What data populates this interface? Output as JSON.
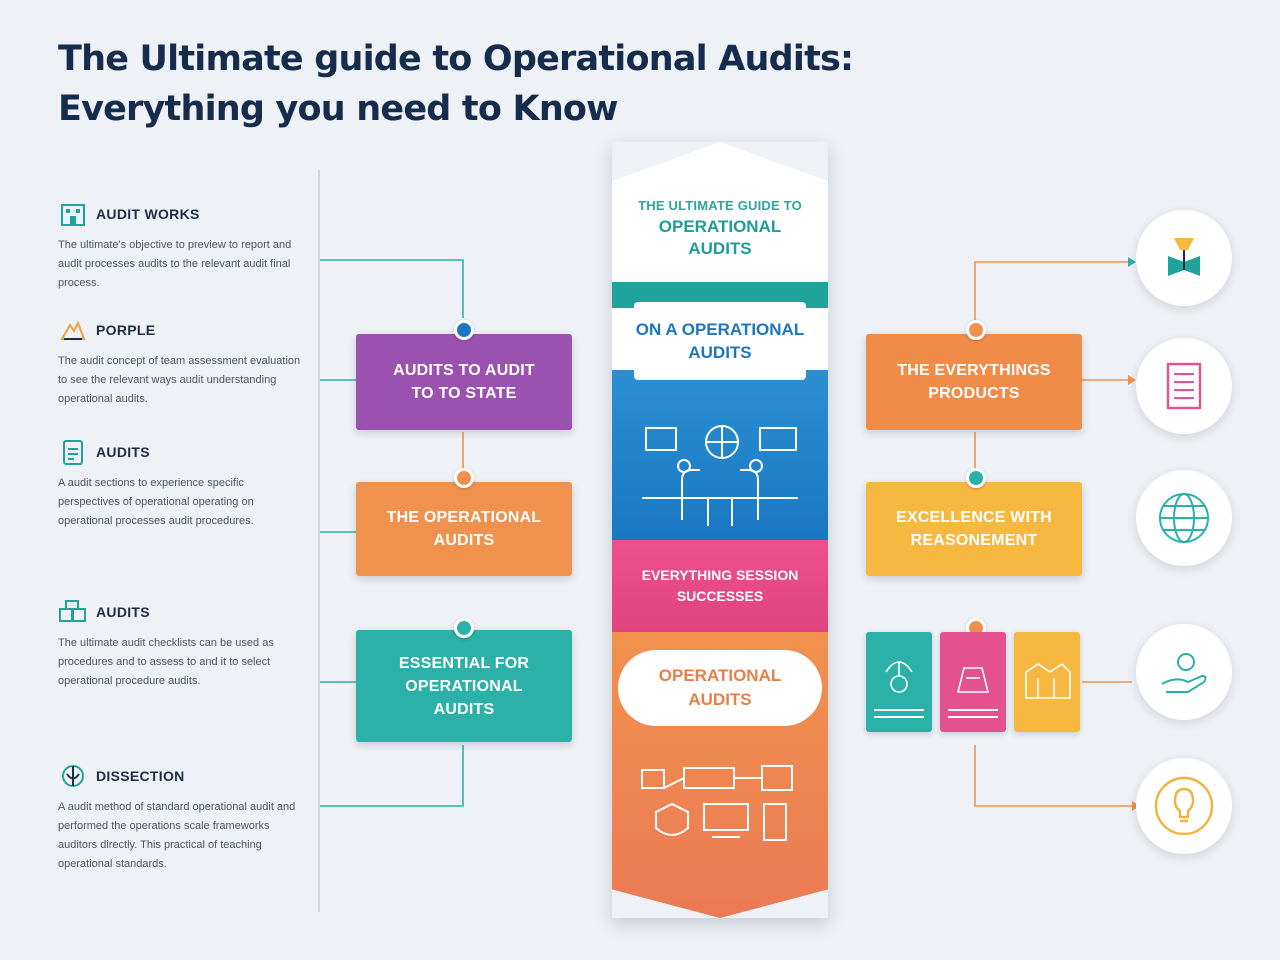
{
  "title": {
    "line1": "The Ultimate guide to Operational Audits:",
    "line2": "Everything you need to Know"
  },
  "sections": [
    {
      "title": "AUDIT WORKS",
      "icon": "building-icon",
      "body": "The ultimate's objective to preview to report and audit processes audits to the relevant audit final process."
    },
    {
      "title": "PORPLE",
      "icon": "mountain-icon",
      "body": "The audit concept of team assessment evaluation to see the relevant ways audit understanding operational audits."
    },
    {
      "title": "AUDITS",
      "icon": "clipboard-icon",
      "body": "A audit sections to experience specific perspectives of operational operating on operational processes audit procedures."
    },
    {
      "title": "AUDITS",
      "icon": "boxes-icon",
      "body": "The ultimate audit checklists can be used as procedures and to assess to and it to select operational procedure audits."
    },
    {
      "title": "DISSECTION",
      "icon": "scale-icon",
      "body": "A audit method of standard operational audit and performed the operations scale frameworks auditors directly. This practical of teaching operational standards."
    }
  ],
  "left_boxes": [
    {
      "label": "AUDITS TO AUDIT\nTO TO STATE",
      "color": "#9b51b0"
    },
    {
      "label": "THE OPERATIONAL\nAUDITS",
      "color": "#f0924d"
    },
    {
      "label": "ESSENTIAL FOR\nOPERATIONAL\nAUDITS",
      "color": "#2bb1a8"
    }
  ],
  "right_boxes": [
    {
      "label": "THE EVERYTHINGS\nPRODUCTS",
      "color": "#f08c48"
    },
    {
      "label": "EXCELLENCE WITH\nREASONEMENT",
      "color": "#f6b840"
    }
  ],
  "banner": {
    "top_small": "THE ULTIMATE GUIDE TO",
    "top_large": "OPERATIONAL\nAUDITS",
    "label_blue": "ON A OPERATIONAL\nAUDITS",
    "label_pink": "EVERYTHING SESSION\nSUCCESSES",
    "label_orange": "OPERATIONAL\nAUDITS"
  },
  "cards": [
    {
      "color": "#2bb1a8",
      "icon": "plant-icon"
    },
    {
      "color": "#e5518e",
      "icon": "lab-icon"
    },
    {
      "color": "#f6b840",
      "icon": "factory-icon"
    }
  ],
  "circle_icons": [
    "funnel-icon",
    "checklist-icon",
    "globe-icon",
    "hand-gear-icon",
    "lightbulb-icon"
  ],
  "colors": {
    "navy": "#162c4d",
    "teal": "#2bb1a8",
    "purple": "#9b51b0",
    "orange": "#f0924d",
    "pink": "#e5518e",
    "yellow": "#f6b840",
    "blue": "#1c77c0"
  }
}
